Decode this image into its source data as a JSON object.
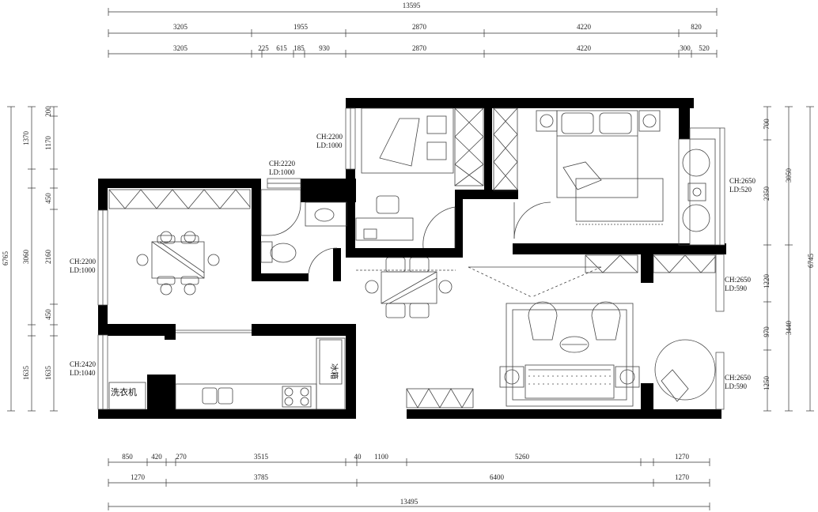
{
  "dimensions": {
    "top_total": "13595",
    "top_row1": [
      "3205",
      "1955",
      "2870",
      "4220",
      "820"
    ],
    "top_row2": [
      "3205",
      "225",
      "615",
      "185",
      "930",
      "2870",
      "4220",
      "300",
      "520"
    ],
    "bottom_row1": [
      "850",
      "420",
      "270",
      "3515",
      "40",
      "1100",
      "5260",
      "1270"
    ],
    "bottom_row2": [
      "1270",
      "3785",
      "6400",
      "1270"
    ],
    "bottom_total": "13495",
    "left_outer": [
      "6765"
    ],
    "left_mid": [
      "1370",
      "3060",
      "1635"
    ],
    "left_inner": [
      "200",
      "1170",
      "450",
      "2160",
      "450",
      "1635"
    ],
    "right_outer": [
      "6745"
    ],
    "right_mid": [
      "3050",
      "3440"
    ],
    "right_inner": [
      "700",
      "2350",
      "1220",
      "970",
      "1250"
    ]
  },
  "windows": [
    {
      "ch": "CH:2200",
      "ld": "LD:1000"
    },
    {
      "ch": "CH:2220",
      "ld": "LD:1000"
    },
    {
      "ch": "CH:2200",
      "ld": "LD:1000"
    },
    {
      "ch": "CH:2420",
      "ld": "LD:1040"
    },
    {
      "ch": "CH:2650",
      "ld": "LD:520"
    },
    {
      "ch": "CH:2650",
      "ld": "LD:590"
    },
    {
      "ch": "CH:2650",
      "ld": "LD:590"
    }
  ],
  "labels": {
    "washer": "洗衣机",
    "fridge": "冰箱"
  }
}
